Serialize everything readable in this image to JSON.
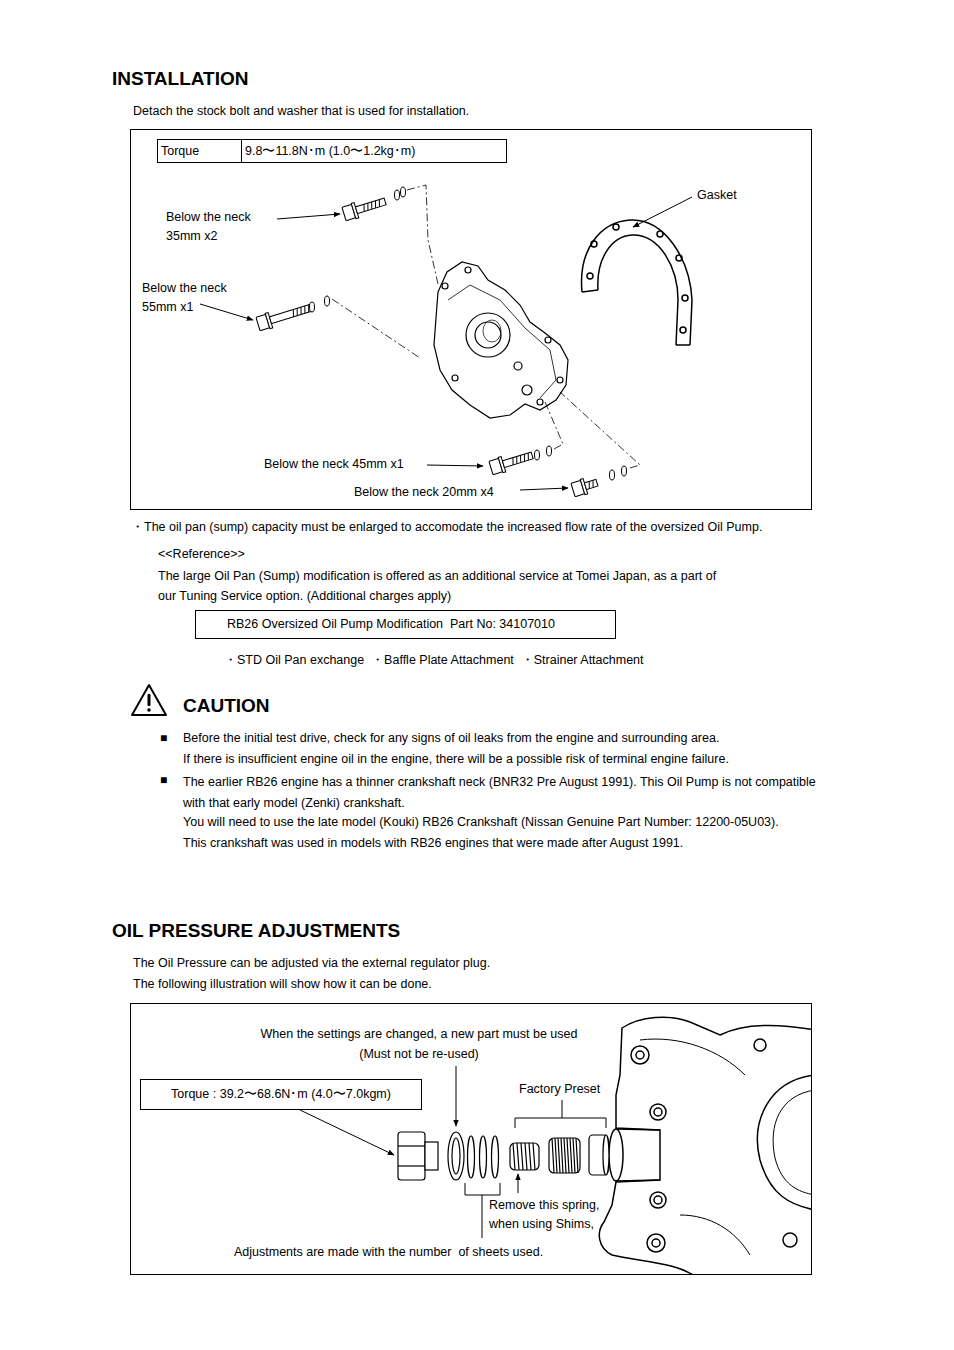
{
  "diagram": {
    "title": "INSTALLATION",
    "nodes": [
      {
        "text": [
          "Below the neck 35mm x2",
          "Gasket",
          "Below the neck 55mm x1",
          "Below the neck 45mm x1",
          "Below the neck 20mm x4"
        ]
      },
      {
        "text": [
          "Torque",
          "9.8〜11.8N･m (1.0〜1.2kg･m)"
        ],
        "in": 0
      },
      {
        "text": [
          "RB26 Oversized Oil Pump Modification  Part No: 34107010"
        ]
      },
      {
        "text": [
          "When the settings are changed, a new part must be used (Must not be re-used)",
          "Factory Preset",
          "Remove this spring, when using Shims,",
          "Adjustments are made with the number  of sheets used."
        ]
      },
      {
        "text": [
          "Torque : 39.2〜68.6N･m (4.0〜7.0kgm)"
        ],
        "in": 3
      }
    ],
    "labels": [
      "Detach the stock bolt and washer that is used for installation.",
      "・The oil pan (sump) capacity must be enlarged to accomodate the increased flow rate of the oversized Oil Pump.",
      "<<Reference>>",
      "The large Oil Pan (Sump) modification is offered as an additional service at Tomei Japan, as a part of our Tuning Service option. (Additional charges apply)",
      "・STD Oil Pan exchange  ・Baffle Plate Attachment  ・Strainer Attachment",
      "CAUTION",
      "■",
      "Before the initial test drive, check for any signs of oil leaks from the engine and surrounding area.",
      "If there is insufficient engine oil in the engine, there will be a possible risk of terminal engine failure.",
      "■",
      "The earlier RB26 engine has a thinner crankshaft neck (BNR32 Pre August 1991). This Oil Pump is not compatible with that early model (Zenki) crankshaft.",
      "You will need to use the late model (Kouki) RB26 Crankshaft (Nissan Genuine Part Number: 12200-05U03).",
      "This crankshaft was used in models with RB26 engines that were made after August 1991.",
      "OIL PRESSURE ADJUSTMENTS",
      "The Oil Pressure can be adjusted via the external regulator plug.",
      "The following illustration will show how it can be done."
    ]
  }
}
